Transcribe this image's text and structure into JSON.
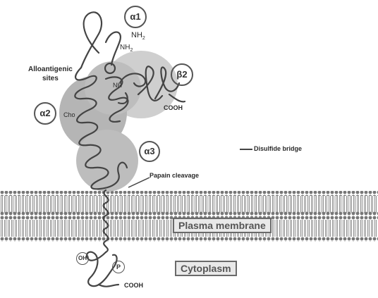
{
  "labels": {
    "alloantigenic": [
      "Alloantigenic",
      "sites"
    ],
    "alpha1": "α1",
    "alpha2": "α2",
    "alpha3": "α3",
    "beta2": "β2",
    "nh2_top": "NH",
    "nh2_top_sub": "2",
    "nh2_left": "NH",
    "nh2_left_sub": "2",
    "nh2_mid": "NH",
    "cooh_beta": "COOH",
    "cho": "Cho",
    "disulfide": "Disulfide bridge",
    "papain": "Papain cleavage",
    "plasma_membrane": "Plasma membrane",
    "cytoplasm": "Cytoplasm",
    "oh": "OH",
    "p": "P",
    "cooh_bottom": "COOH"
  },
  "colors": {
    "domain_fill": "#b8b8b8",
    "beta2_fill": "#cfcfcf",
    "chain": "#444444",
    "membrane_head": "#7a7a7a",
    "membrane_tail": "#9a9a9a"
  }
}
